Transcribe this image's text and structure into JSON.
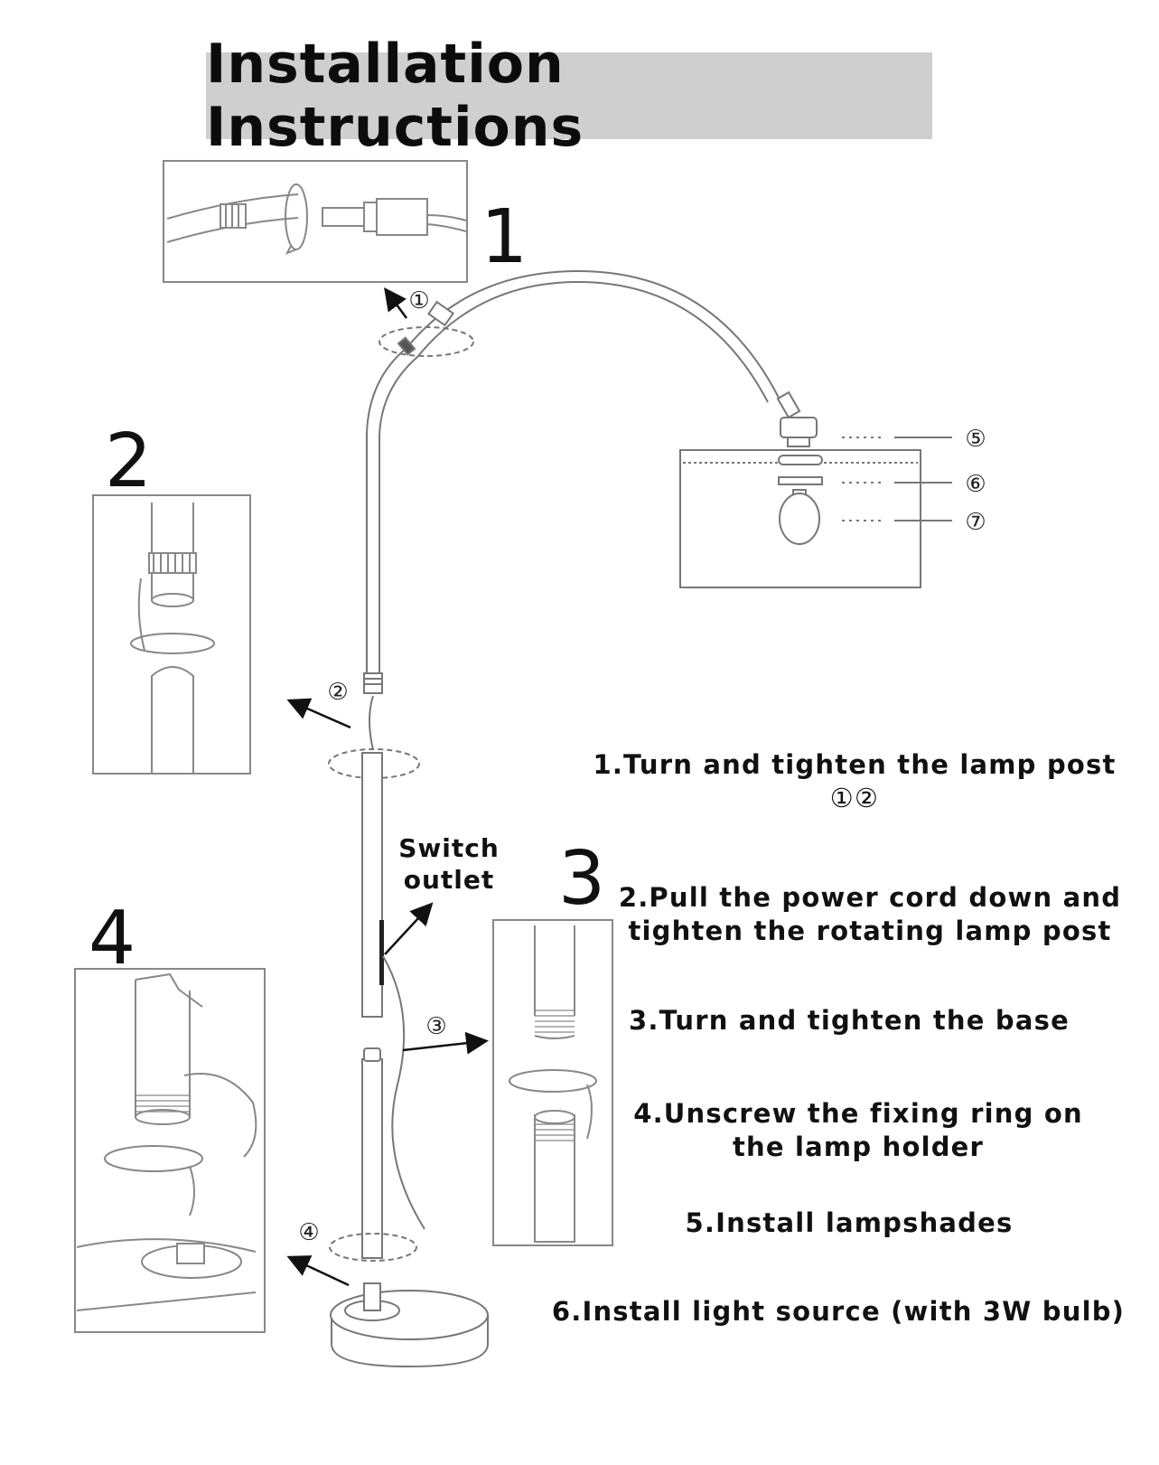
{
  "title": "Installation Instructions",
  "step_numbers": [
    "1",
    "2",
    "3",
    "4"
  ],
  "switch_label": [
    "Switch",
    "outlet"
  ],
  "callout_markers": [
    "①",
    "②",
    "③",
    "④",
    "⑤",
    "⑥",
    "⑦"
  ],
  "instructions": {
    "step1": "1.Turn and tighten the lamp post",
    "step1_refs": "①②",
    "step2_line1": "2.Pull the power cord down and",
    "step2_line2": "tighten the rotating lamp post",
    "step3": "3.Turn and tighten the base",
    "step4_line1": "4.Unscrew the fixing ring on",
    "step4_line2": "the lamp holder",
    "step5": "5.Install lampshades",
    "step6": "6.Install light source (with 3W bulb)"
  }
}
